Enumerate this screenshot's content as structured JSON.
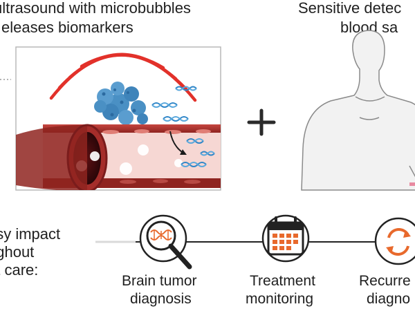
{
  "top_left": {
    "line1": "ultrasound with microbubbles",
    "line2": "eleases biomarkers"
  },
  "top_right": {
    "line1": "Sensitive detec",
    "line2": "blood sa"
  },
  "plus_symbol": "+",
  "left_label": {
    "line1": "osy impact",
    "line2": "ughout",
    "line3": "nt care:"
  },
  "stages": [
    {
      "line1": "Brain tumor",
      "line2": "diagnosis",
      "icon": "dna-magnifier-icon"
    },
    {
      "line1": "Treatment",
      "line2": "monitoring",
      "icon": "calendar-icon"
    },
    {
      "line1": "Recurre",
      "line2": "diagno",
      "icon": "recurrence-cycle-icon"
    }
  ],
  "colors": {
    "ultrasound_waves": "#e2312a",
    "tumor": "#4a90c4",
    "vessel_dark": "#7a1c1c",
    "vessel_mid": "#b43a36",
    "vessel_light": "#f6d7d3",
    "dna": "#2f86c8",
    "icon_orange": "#e8692c",
    "line": "#222222"
  }
}
